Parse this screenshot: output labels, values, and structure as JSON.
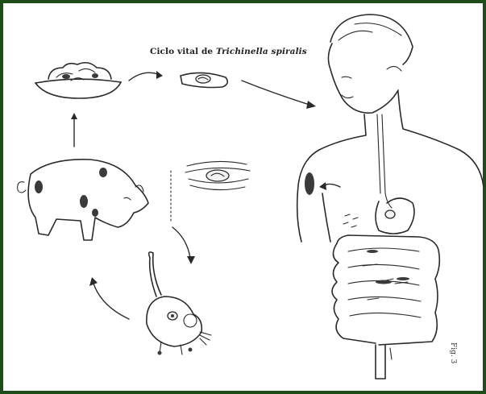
{
  "figure": {
    "title_prefix": "Ciclo vital de ",
    "title_species": "Trichinella spiralis",
    "figure_label": "Fig. 3",
    "frame_color": "#1f4d1a"
  },
  "nodes": [
    {
      "name": "infected-meat-dish"
    },
    {
      "name": "encysted-larva-in-meat"
    },
    {
      "name": "human-host"
    },
    {
      "name": "pig-host"
    },
    {
      "name": "encysted-larva-in-muscle"
    },
    {
      "name": "rat-host"
    }
  ],
  "edges": [
    {
      "from": "pig-host",
      "to": "infected-meat-dish"
    },
    {
      "from": "infected-meat-dish",
      "to": "encysted-larva-in-meat"
    },
    {
      "from": "encysted-larva-in-meat",
      "to": "human-host"
    },
    {
      "from": "encysted-larva-in-muscle",
      "to": "rat-host"
    },
    {
      "from": "rat-host",
      "to": "pig-host"
    },
    {
      "from": "human-host",
      "to": "human-host"
    }
  ]
}
